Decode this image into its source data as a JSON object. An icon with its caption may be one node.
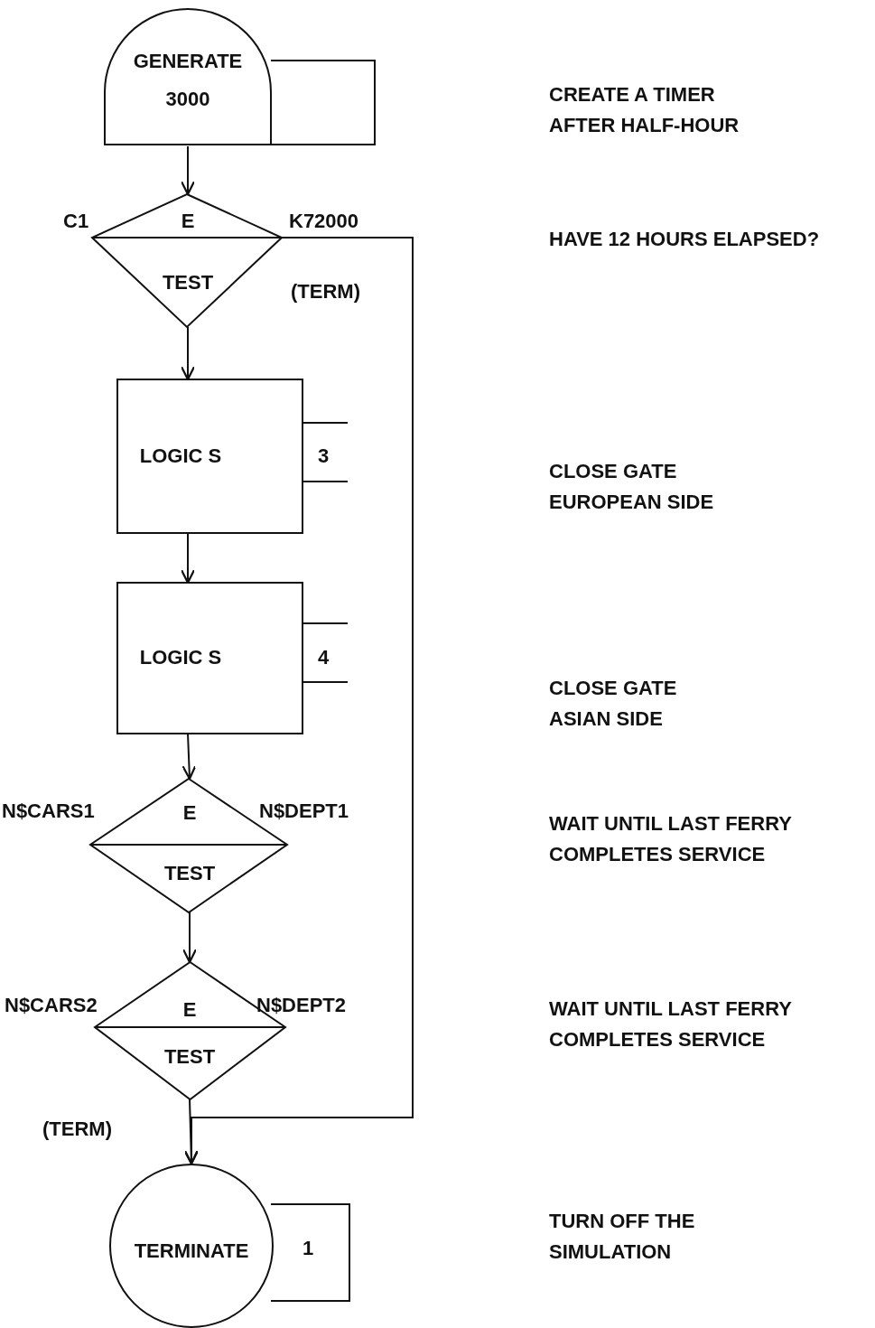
{
  "diagram": {
    "nodes": [
      {
        "text": [
          "GENERATE",
          "3000"
        ]
      },
      {
        "text": [
          "E",
          "TEST"
        ],
        "beside": [
          "C1",
          "K72000",
          "(TERM)"
        ]
      },
      {
        "text": [
          "LOGIC S",
          "3"
        ]
      },
      {
        "text": [
          "LOGIC S",
          "4"
        ]
      },
      {
        "text": [
          "E",
          "TEST"
        ],
        "beside": [
          "N$CARS1",
          "N$DEPT1"
        ]
      },
      {
        "text": [
          "E",
          "TEST"
        ],
        "beside": [
          "N$CARS2",
          "N$DEPT2"
        ]
      },
      {
        "text": [
          "TERMINATE",
          "1"
        ],
        "beside": [
          "(TERM)"
        ]
      }
    ],
    "edges": [
      {
        "from": 0,
        "to": 1,
        "arrow": "to"
      },
      {
        "from": 1,
        "to": 2,
        "arrow": "to"
      },
      {
        "from": 2,
        "to": 3,
        "arrow": "to"
      },
      {
        "from": 3,
        "to": 4,
        "arrow": "to"
      },
      {
        "from": 4,
        "to": 5,
        "arrow": "to"
      },
      {
        "from": 5,
        "to": 6,
        "arrow": "to"
      },
      {
        "from": 1,
        "to": 6,
        "arrow": "to"
      }
    ],
    "labels": [
      "CREATE A TIMER AFTER HALF-HOUR",
      "HAVE 12 HOURS ELAPSED?",
      "CLOSE GATE EUROPEAN SIDE",
      "CLOSE GATE ASIAN SIDE",
      "WAIT UNTIL LAST FERRY COMPLETES SERVICE",
      "WAIT UNTIL LAST FERRY COMPLETES SERVICE",
      "TURN OFF THE SIMULATION"
    ]
  }
}
